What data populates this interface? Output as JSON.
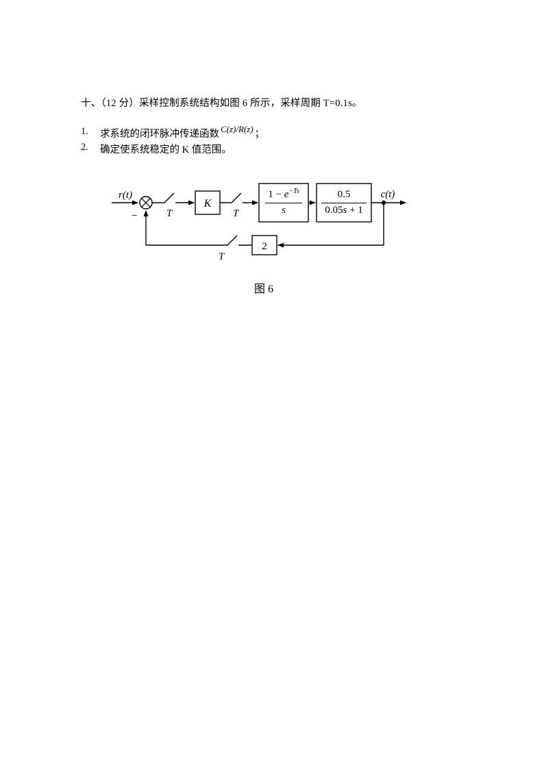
{
  "page": {
    "problem_statement": "十、（12 分）采样控制系统结构如图 6 所示，采样周期 T=0.1s。",
    "items": [
      {
        "number": "1.",
        "text": "求系统的闭环脉冲传递函数",
        "math": "C(z)/R(z)",
        "suffix": "；"
      },
      {
        "number": "2.",
        "text": "确定使系统稳定的 K 值范围。",
        "math": "",
        "suffix": ""
      }
    ],
    "caption": "图 6"
  },
  "diagram": {
    "input_label": "r(t)",
    "output_label": "c(t)",
    "minus_sign": "−",
    "sampler1_label": "T",
    "sampler2_label": "T",
    "sampler3_label": "T",
    "gain_block_label": "K",
    "zoh_block": {
      "num_prefix": "1 − ",
      "num_base": "e",
      "num_exp": "−Ts",
      "den": "s"
    },
    "plant_block": {
      "num": "0.5",
      "den_coeff": "0.05",
      "den_var": "s",
      "den_tail": " + 1"
    },
    "feedback_block_label": "2"
  }
}
